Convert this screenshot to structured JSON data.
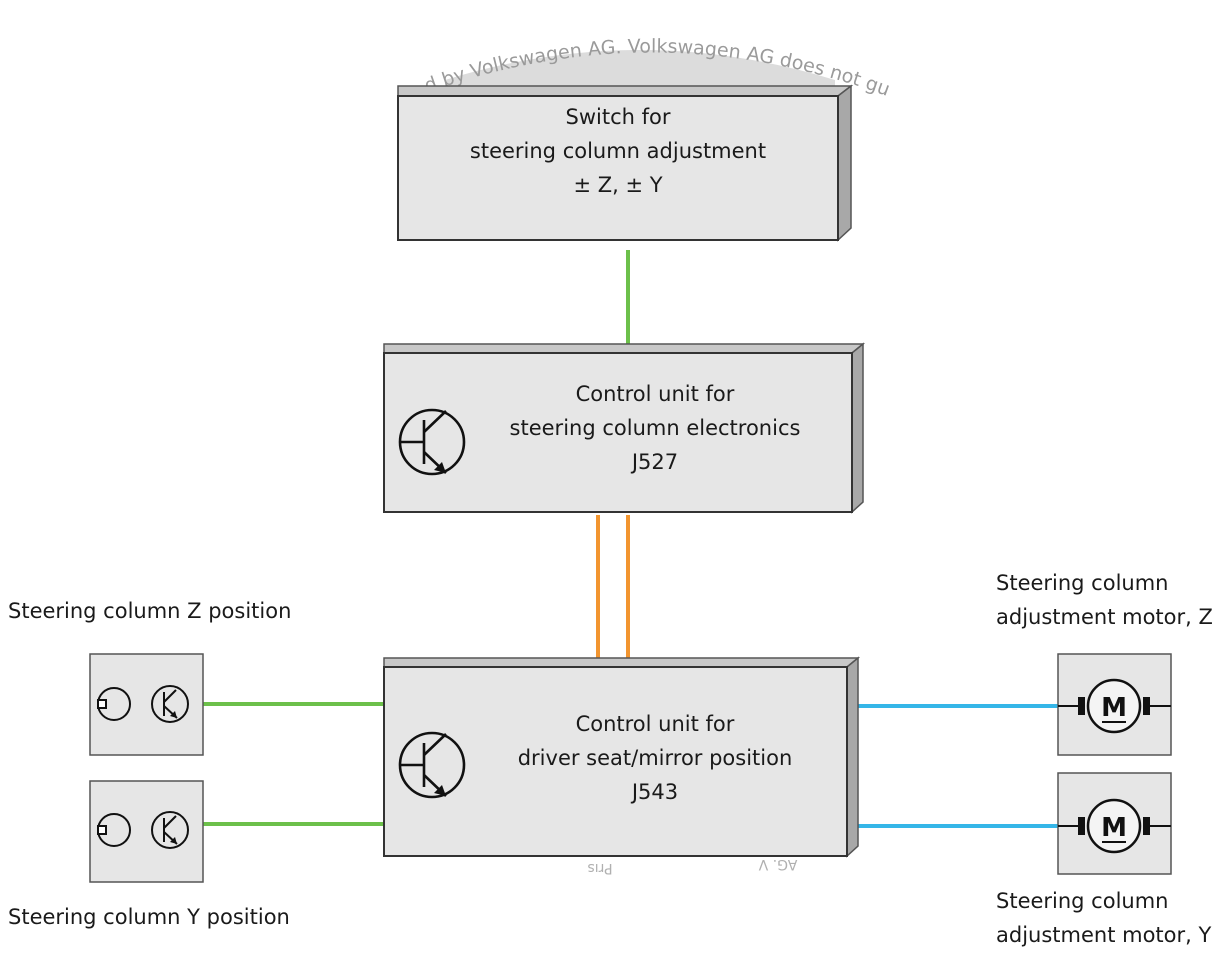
{
  "watermark": {
    "top_text": "d by Volkswagen AG. Volkswagen AG does not gu",
    "bottom_left": "Prıs",
    "bottom_right": "AG. V"
  },
  "switch_box": {
    "lines": [
      "Switch for",
      "steering column adjustment",
      "± Z, ± Y"
    ]
  },
  "j527_box": {
    "lines": [
      "Control unit for",
      "steering column electronics",
      "J527"
    ]
  },
  "j543_box": {
    "lines": [
      "Control unit for",
      "driver seat/mirror position",
      "J543"
    ]
  },
  "sensor_z": {
    "label": "Steering column Z position"
  },
  "sensor_y": {
    "label": "Steering column Y position"
  },
  "motor_z": {
    "label_line1": "Steering column",
    "label_line2": "adjustment motor, Z",
    "symbol": "M"
  },
  "motor_y": {
    "label_line1": "Steering column",
    "label_line2": "adjustment motor, Y",
    "symbol": "M"
  },
  "colors": {
    "green_wire": "#6cc04a",
    "orange_wire": "#f2952f",
    "blue_wire": "#35b6e8",
    "box_fill": "#e6e6e6",
    "box_side": "#a8a8a8",
    "box_top": "#c8c8c8"
  }
}
